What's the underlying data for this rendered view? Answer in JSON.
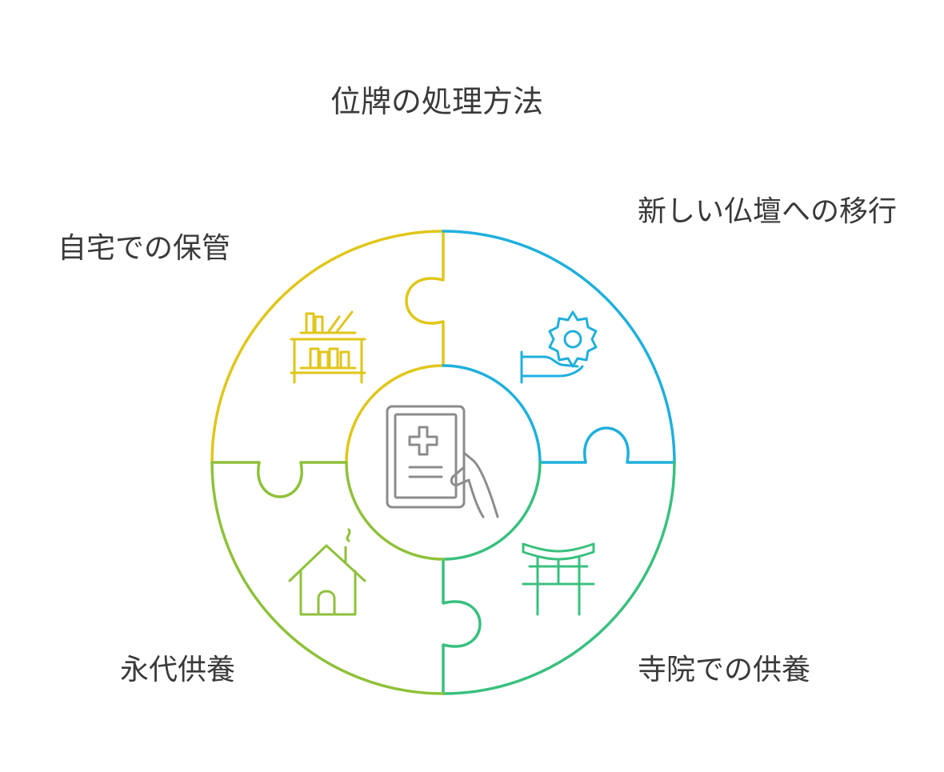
{
  "title": "位牌の処理方法",
  "segments": [
    {
      "id": "home",
      "label": "自宅での保管",
      "color": "#e0c619",
      "icon": "bookshelf-icon"
    },
    {
      "id": "new-altar",
      "label": "新しい仏壇への移行",
      "color": "#1fb0dc",
      "icon": "gear-hand-icon"
    },
    {
      "id": "temple",
      "label": "寺院での供養",
      "color": "#39c07e",
      "icon": "torii-gate-icon"
    },
    {
      "id": "eternal",
      "label": "永代供養",
      "color": "#8fc13a",
      "icon": "house-icon"
    }
  ],
  "center": {
    "icon": "tablet-medical-icon",
    "color": "#8c8c8c"
  }
}
